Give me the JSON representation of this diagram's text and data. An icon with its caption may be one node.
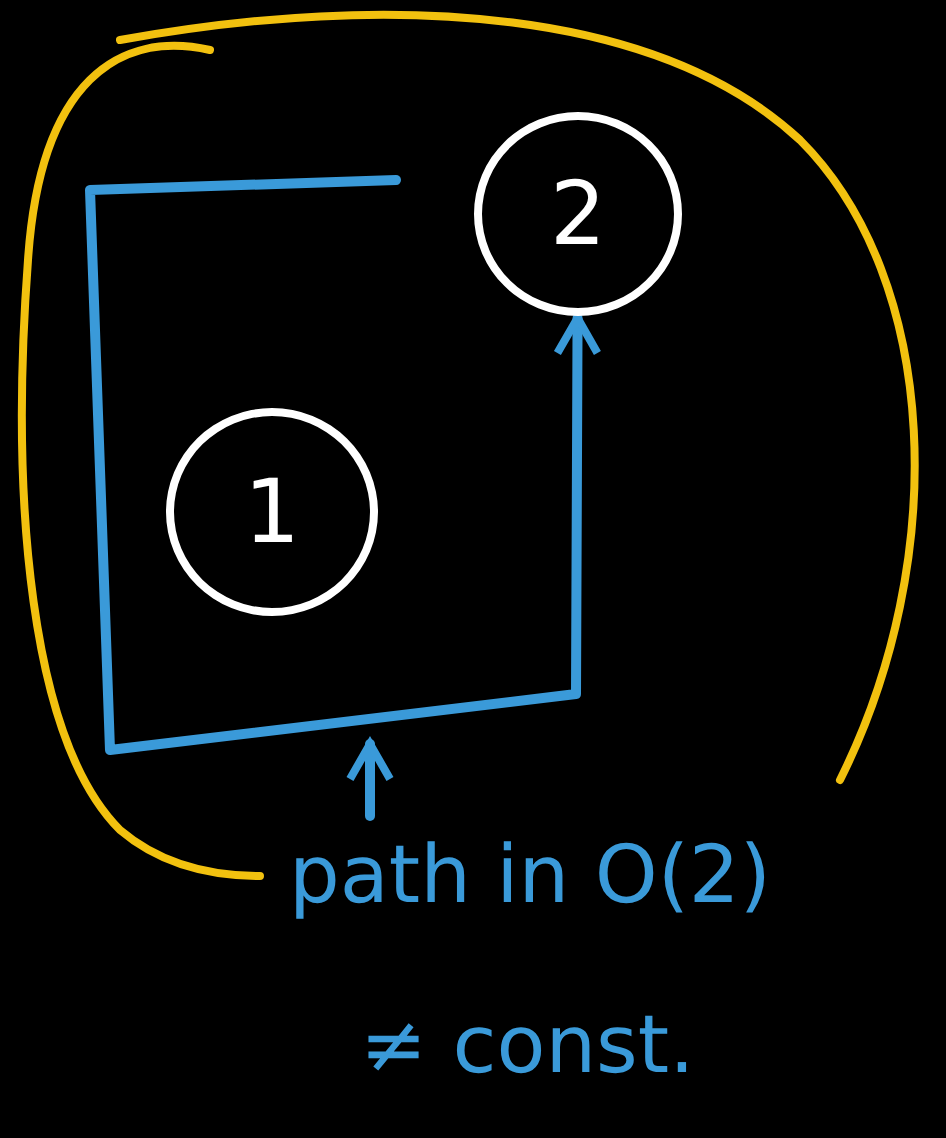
{
  "diagram": {
    "nodes": [
      {
        "text": [
          "1"
        ]
      },
      {
        "text": [
          "2"
        ]
      },
      {
        "text": [
          "path in O(2)"
        ]
      }
    ],
    "edges": [
      {
        "from": null,
        "to": 1,
        "arrow": "to",
        "color": "#3a9ad9"
      },
      {
        "from": 2,
        "to": null,
        "arrow": "to",
        "color": "#3a9ad9"
      }
    ],
    "labels": [
      "≠ const."
    ]
  }
}
